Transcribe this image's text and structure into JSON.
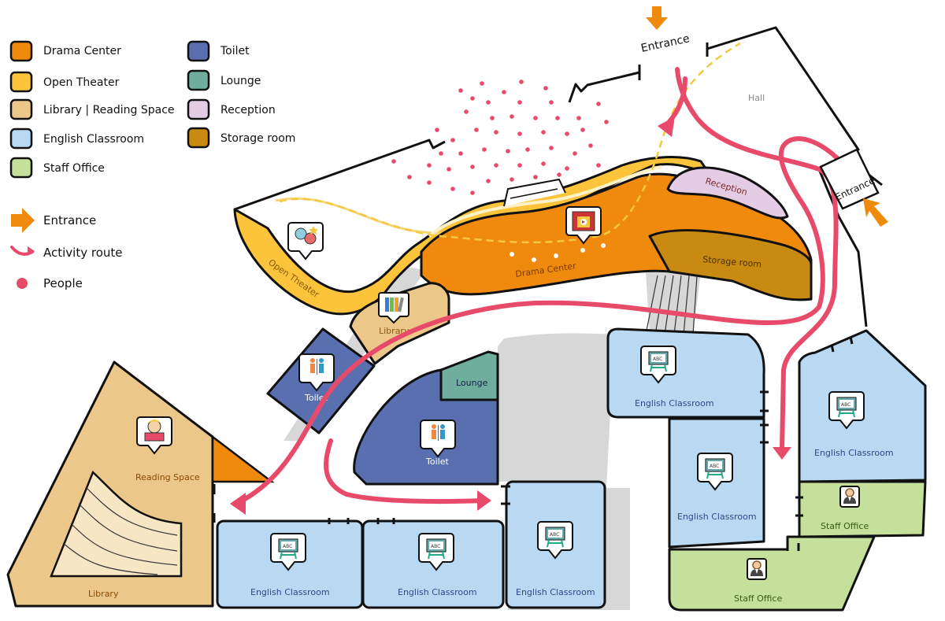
{
  "colors": {
    "drama_center": "#f08a0c",
    "open_theater": "#fbc43a",
    "library": "#ebc789",
    "english_classroom": "#b9d8f2",
    "staff_office": "#c4e09a",
    "toilet": "#5a6fb0",
    "lounge": "#6fae9c",
    "reception": "#e5cce5",
    "storage_room": "#c88a10",
    "entrance_arrow": "#f08a0c",
    "activity_route": "#e84a6a",
    "people": "#e84a6a",
    "corridor": "#d7d7d7"
  },
  "legend": {
    "items": [
      {
        "label": "Drama Center",
        "color": "#f08a0c"
      },
      {
        "label": "Open Theater",
        "color": "#fbc43a"
      },
      {
        "label": "Library | Reading Space",
        "color": "#ebc789"
      },
      {
        "label": "English Classroom",
        "color": "#b9d8f2"
      },
      {
        "label": "Staff Office",
        "color": "#c4e09a"
      },
      {
        "label": "Toilet",
        "color": "#5a6fb0"
      },
      {
        "label": "Lounge",
        "color": "#6fae9c"
      },
      {
        "label": "Reception",
        "color": "#e5cce5"
      },
      {
        "label": "Storage room",
        "color": "#c88a10"
      }
    ],
    "entrance": "Entrance",
    "activity_route": "Activity route",
    "people": "People"
  },
  "map": {
    "hall": "Hall",
    "entrance_top": "Entrance",
    "entrance_right": "Entrance",
    "open_theater": "Open Theater",
    "drama_center": "Drama Center",
    "reception": "Reception",
    "storage_room": "Storage room",
    "library_small": "Library",
    "toilet_1": "Toilet",
    "toilet_2": "Toilet",
    "lounge": "Lounge",
    "reading_space": "Reading Space",
    "library_large": "Library",
    "english_classroom_1": "English Classroom",
    "english_classroom_2": "English Classroom",
    "english_classroom_3": "English Classroom",
    "english_classroom_4": "English Classroom",
    "english_classroom_5": "English Classroom",
    "english_classroom_6": "English Classroom",
    "staff_office_1": "Staff Office",
    "staff_office_2": "Staff Office"
  },
  "icons": {
    "drama_masks": "drama-masks-icon",
    "stage": "theater-stage-icon",
    "books": "books-icon",
    "reader": "reader-icon",
    "restroom": "restroom-icon",
    "classroom_board": "classroom-board-icon",
    "staff": "staff-person-icon"
  },
  "classroom_board_text": "ABC"
}
